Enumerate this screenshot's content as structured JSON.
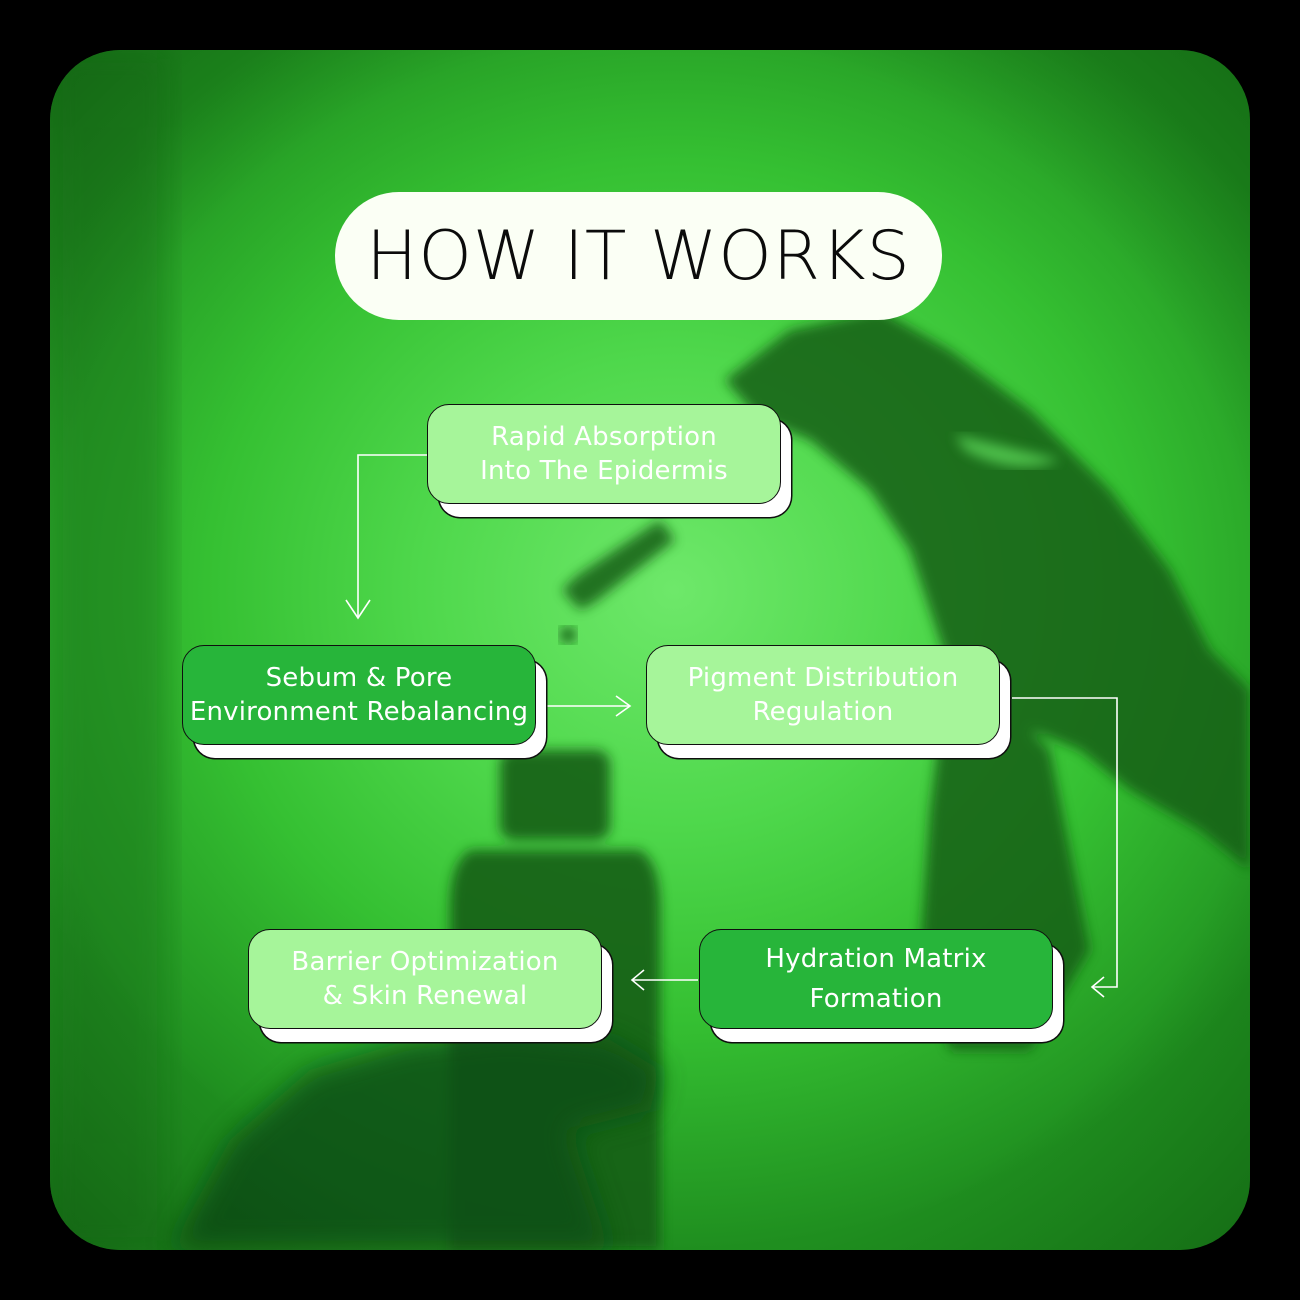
{
  "title": "HOW IT WORKS",
  "steps": [
    {
      "label": "Rapid Absorption\nInto The Epidermis"
    },
    {
      "label": "Sebum & Pore\nEnvironment Rebalancing"
    },
    {
      "label": "Pigment Distribution\nRegulation"
    },
    {
      "label": "Hydration Matrix\nFormation"
    },
    {
      "label": "Barrier Optimization\n& Skin Renewal"
    }
  ],
  "colors": {
    "card_light": "#a6f59a",
    "card_dark": "#27b53a",
    "background_green": "#4fd84c",
    "title_pill": "#fbfff5"
  }
}
